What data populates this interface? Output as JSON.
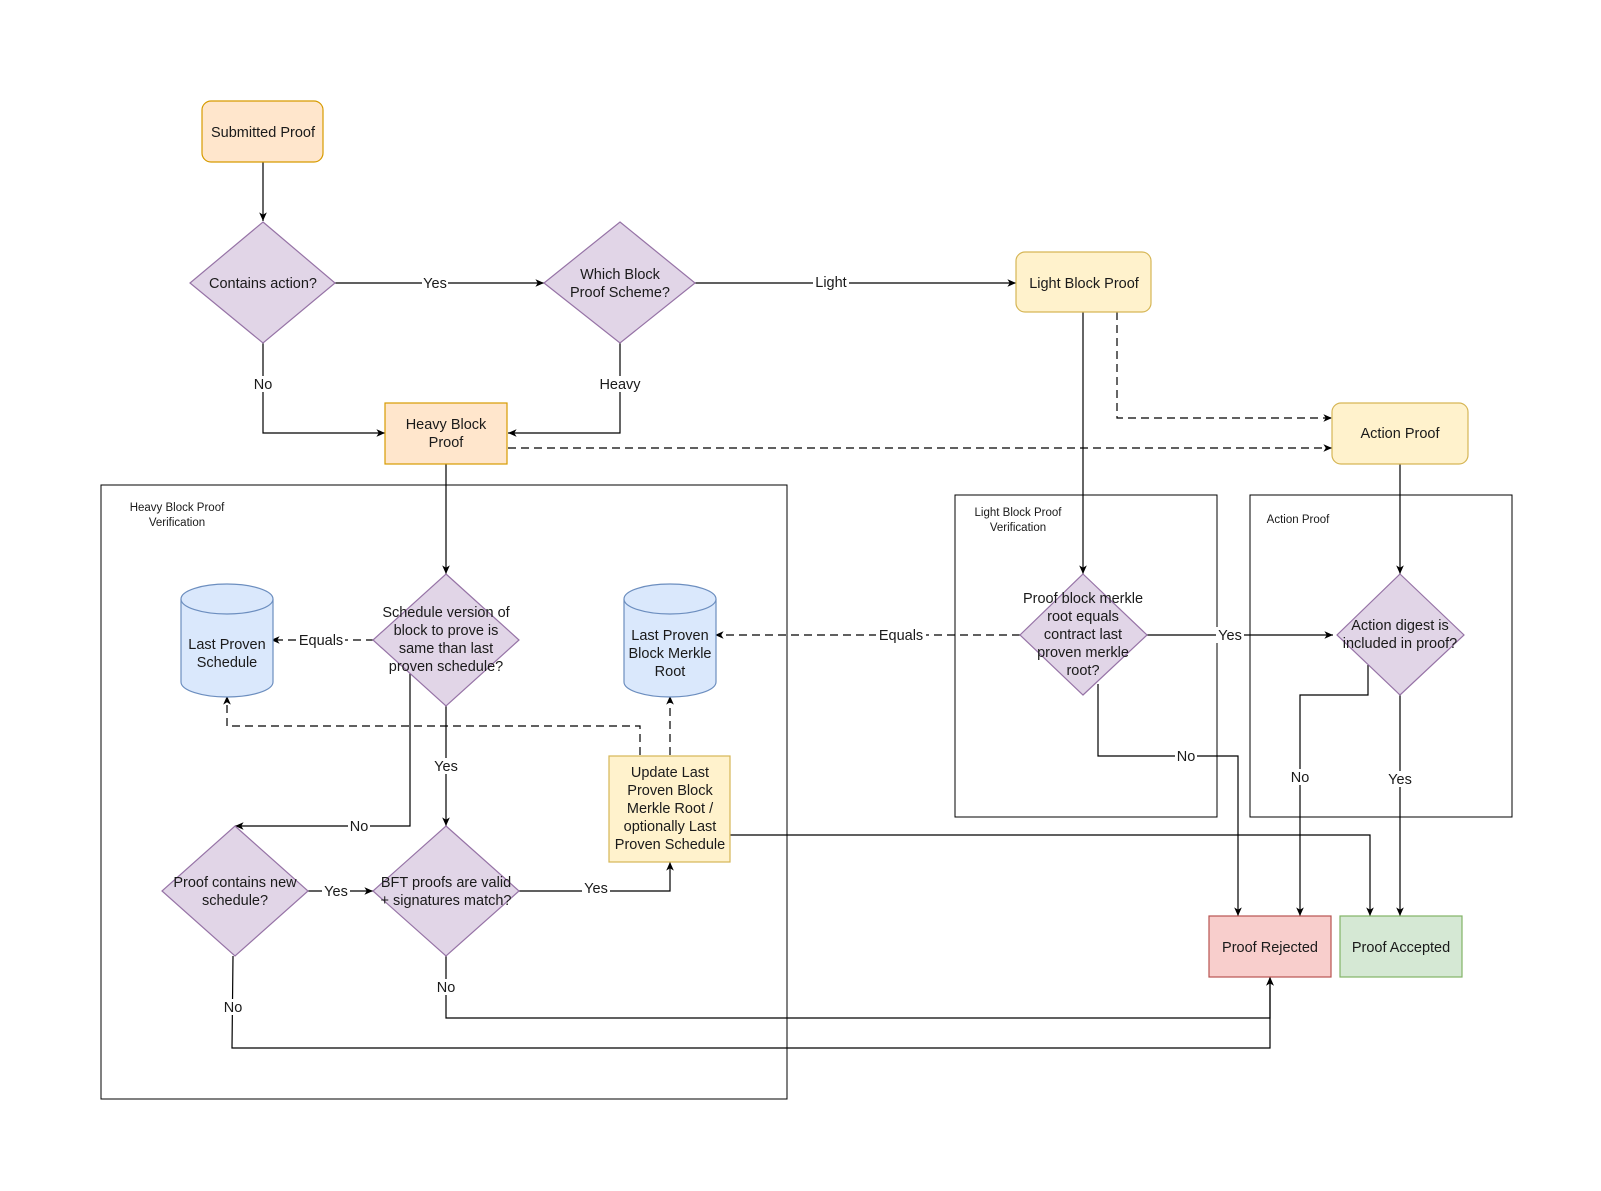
{
  "colors": {
    "orange_fill": "#ffe6cc",
    "orange_stroke": "#d79b00",
    "yellow_fill": "#fff2cc",
    "yellow_stroke": "#d6b656",
    "purple_fill": "#e1d5e7",
    "purple_stroke": "#9673a6",
    "blue_fill": "#dae8fc",
    "blue_stroke": "#6c8ebf",
    "red_fill": "#f8cecc",
    "red_stroke": "#b85450",
    "green_fill": "#d5e8d4",
    "green_stroke": "#82b366",
    "line": "#000000"
  },
  "groups": {
    "heavy_verification": [
      "Heavy Block Proof",
      "Verification"
    ],
    "light_verification": [
      "Light Block Proof",
      "Verification"
    ],
    "action_proof": [
      "Action Proof"
    ]
  },
  "nodes": {
    "submitted_proof": [
      "Submitted Proof"
    ],
    "contains_action": [
      "Contains action?"
    ],
    "which_scheme": [
      "Which Block",
      "Proof Scheme?"
    ],
    "light_block_proof": [
      "Light Block Proof"
    ],
    "heavy_block_proof": [
      "Heavy Block",
      "Proof"
    ],
    "action_proof": [
      "Action Proof"
    ],
    "last_proven_schedule": [
      "Last Proven",
      "Schedule"
    ],
    "schedule_version": [
      "Schedule version of",
      "block to prove is",
      "same than last",
      "proven schedule?"
    ],
    "last_proven_merkle": [
      "Last Proven",
      "Block Merkle",
      "Root"
    ],
    "update_last": [
      "Update Last",
      "Proven Block",
      "Merkle Root /",
      "optionally Last",
      "Proven Schedule"
    ],
    "proof_contains_schedule": [
      "Proof contains new",
      "schedule?"
    ],
    "bft_valid": [
      "BFT proofs are valid",
      "+ signatures match?"
    ],
    "merkle_equals": [
      "Proof block merkle",
      "root equals",
      "contract last",
      "proven merkle",
      "root?"
    ],
    "digest_included": [
      "Action digest is",
      "included in proof?"
    ],
    "proof_rejected": [
      "Proof Rejected"
    ],
    "proof_accepted": [
      "Proof Accepted"
    ]
  },
  "edge_labels": {
    "contains_yes": "Yes",
    "contains_no": "No",
    "scheme_light": "Light",
    "scheme_heavy": "Heavy",
    "schedule_equals": "Equals",
    "schedule_yes": "Yes",
    "schedule_no": "No",
    "new_schedule_yes": "Yes",
    "new_schedule_no": "No",
    "bft_yes": "Yes",
    "bft_no": "No",
    "merkle_equals": "Equals",
    "merkle_yes": "Yes",
    "merkle_no": "No",
    "digest_no": "No",
    "digest_yes": "Yes"
  }
}
